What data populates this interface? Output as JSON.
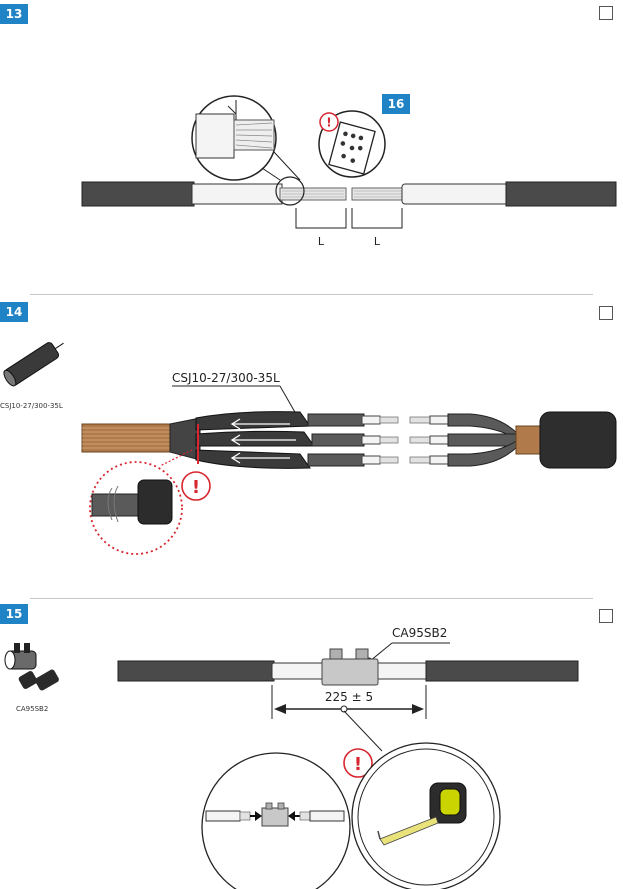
{
  "steps": [
    {
      "number": "13"
    },
    {
      "number": "14",
      "part_label": "CSJ10-27/300-35L",
      "callout": "CSJ10-27/300-35L"
    },
    {
      "number": "15",
      "part_label": "CA95SB2",
      "callout": "CA95SB2",
      "dimension": "225 ± 5"
    }
  ],
  "ref_badge": "16",
  "length_label": "L",
  "warning_glyph": "!",
  "colors": {
    "badge_blue": "#1f83c6",
    "cable_dark": "#4a4a4a",
    "insulation_white": "#f4f4f4",
    "warning_red": "#d7262f",
    "tape_yellow": "#c9d400"
  }
}
